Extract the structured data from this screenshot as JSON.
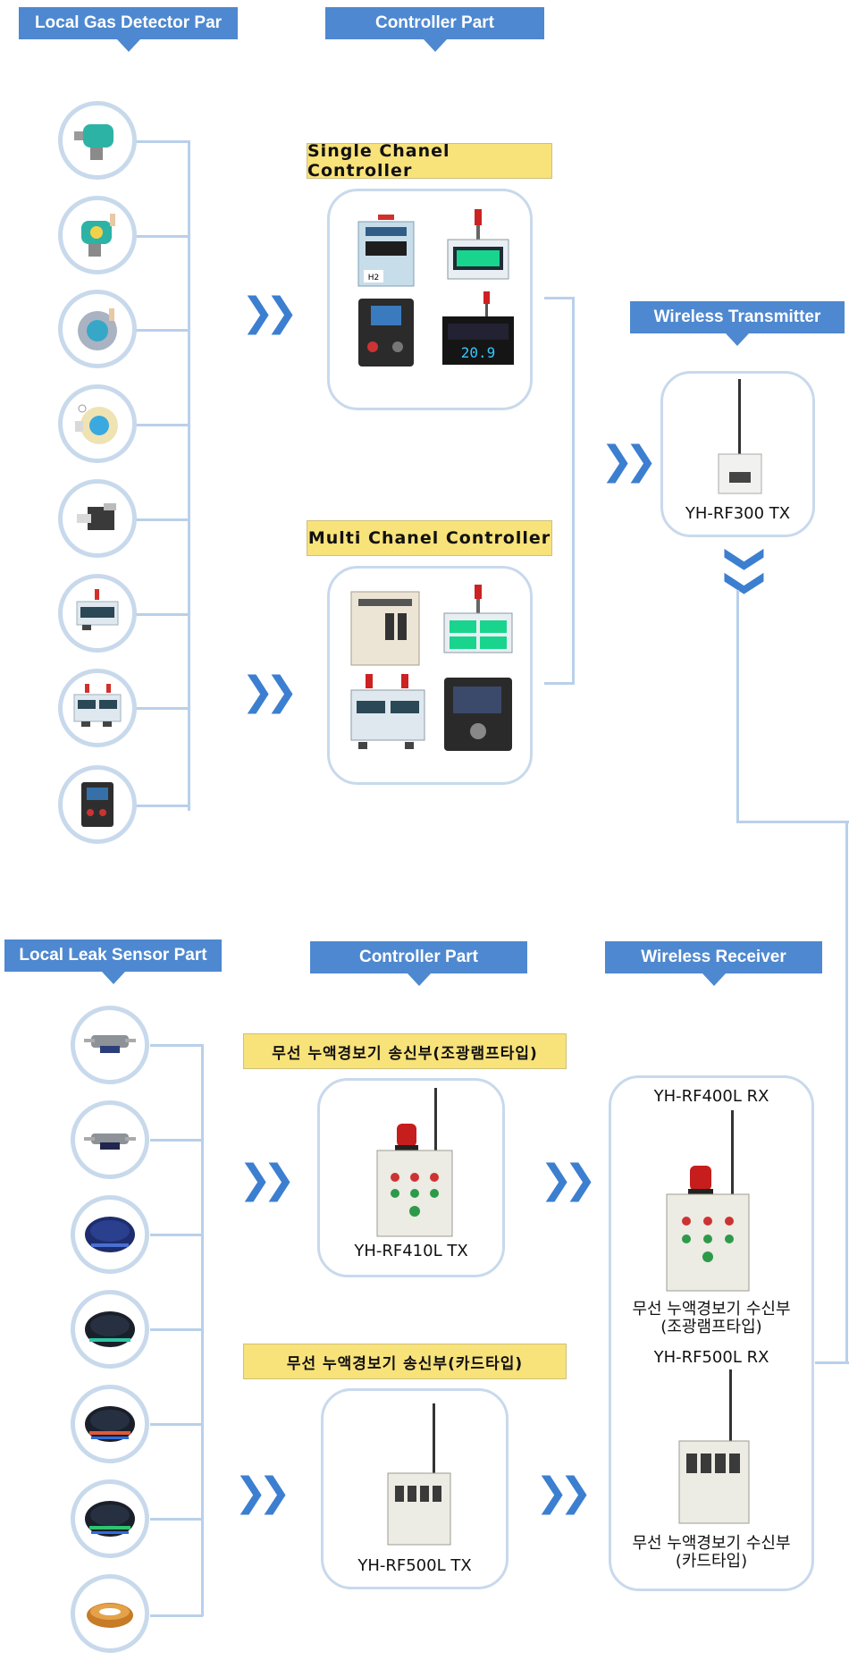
{
  "top": {
    "headers": {
      "detector": "Local Gas Detector Par",
      "controller": "Controller Part",
      "wireless_tx": "Wireless Transmitter"
    },
    "single_title": "Single Chanel Controller",
    "multi_title": "Multi Chanel Controller",
    "tx_label": "YH-RF300 TX",
    "display_texts": {
      "h2": "H2",
      "ppm": "20.9"
    }
  },
  "bottom": {
    "headers": {
      "leak": "Local Leak Sensor Part",
      "controller": "Controller Part",
      "wireless_rx": "Wireless Receiver"
    },
    "lamp_tx_title": "무선 누액경보기 송신부(조광램프타입)",
    "card_tx_title": "무선 누액경보기 송신부(카드타입)",
    "lamp_tx_label": "YH-RF410L TX",
    "card_tx_label": "YH-RF500L TX",
    "rx_lamp_model": "YH-RF400L RX",
    "rx_lamp_desc1": "무선 누액경보기 수신부",
    "rx_lamp_desc2": "(조광램프타입)",
    "rx_card_model": "YH-RF500L RX",
    "rx_card_desc1": "무선 누액경보기 수신부",
    "rx_card_desc2": "(카드타입)"
  },
  "colors": {
    "header_blue": "#4e88d0",
    "title_yellow": "#f8e27a",
    "connector": "#b9d0ea",
    "chevron": "#3c7fd0"
  }
}
